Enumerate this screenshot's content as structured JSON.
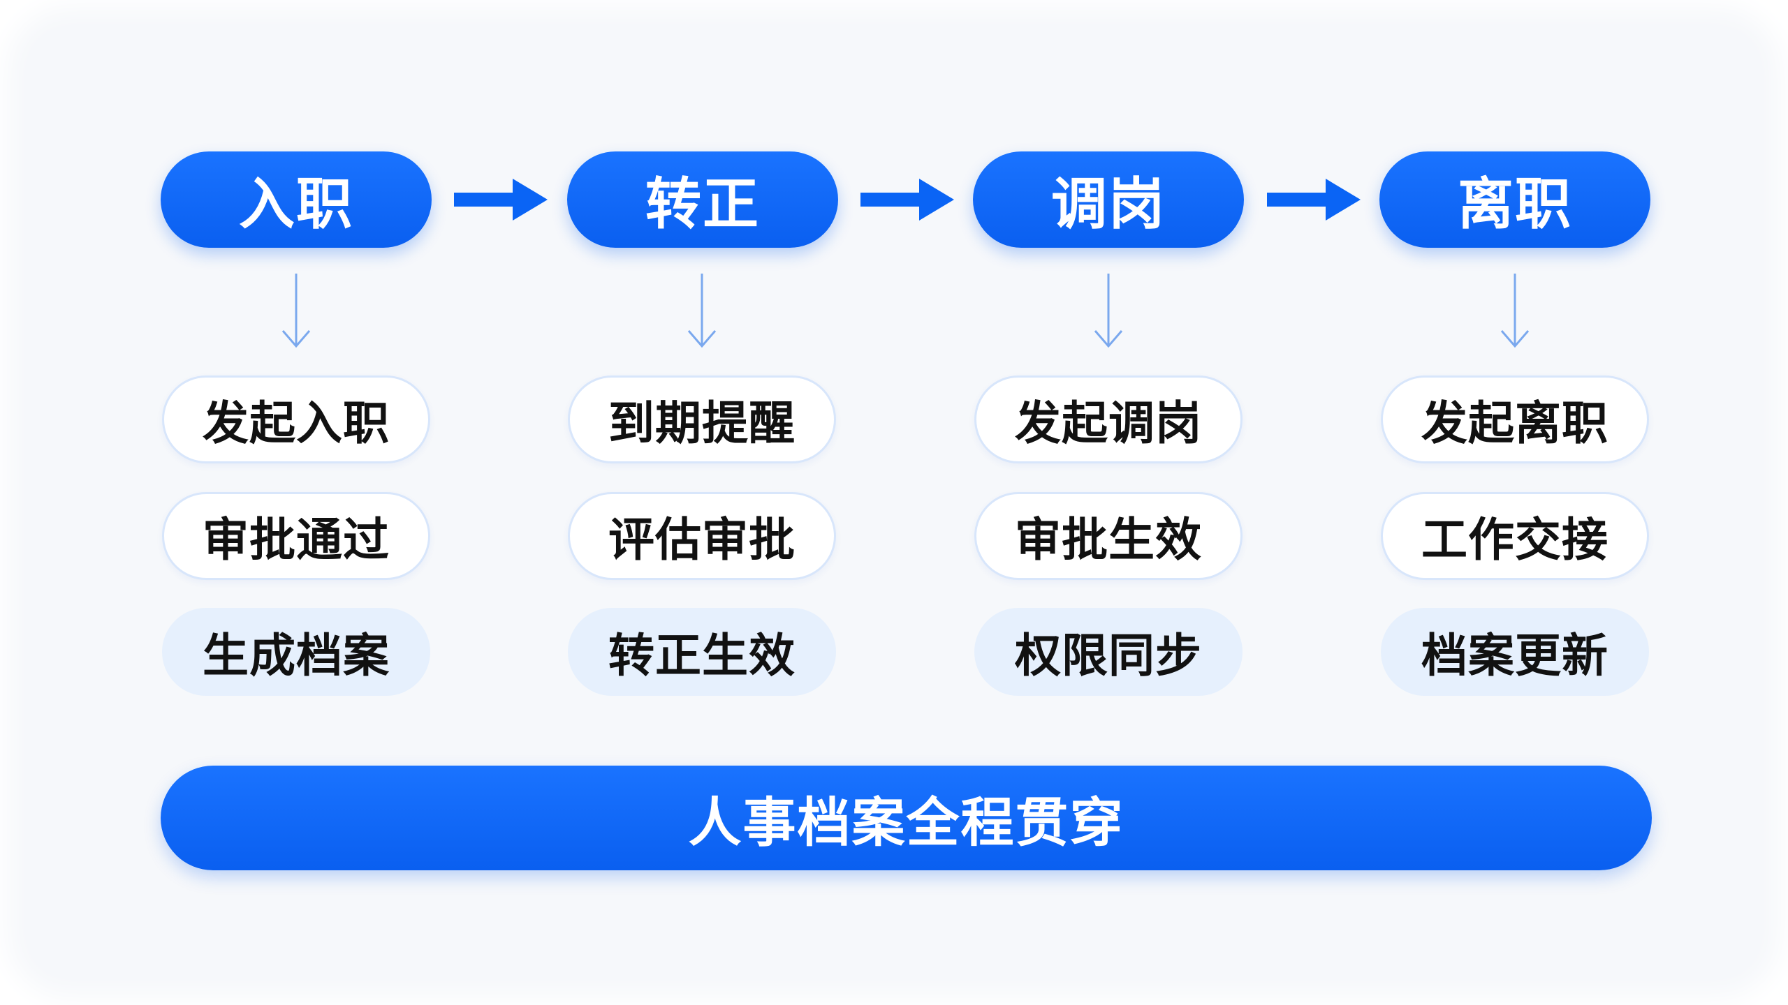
{
  "diagram": {
    "stages": [
      {
        "label": "入职",
        "steps": [
          "发起入职",
          "审批通过",
          "生成档案"
        ]
      },
      {
        "label": "转正",
        "steps": [
          "到期提醒",
          "评估审批",
          "转正生效"
        ]
      },
      {
        "label": "调岗",
        "steps": [
          "发起调岗",
          "审批生效",
          "权限同步"
        ]
      },
      {
        "label": "离职",
        "steps": [
          "发起离职",
          "工作交接",
          "档案更新"
        ]
      }
    ],
    "banner": "人事档案全程贯穿",
    "colors": {
      "primary": "#0a64f5",
      "step_fill": "#e6f0fd",
      "step_border": "#d8e6fb",
      "connector": "#7aa8ee",
      "text": "#111111"
    }
  }
}
